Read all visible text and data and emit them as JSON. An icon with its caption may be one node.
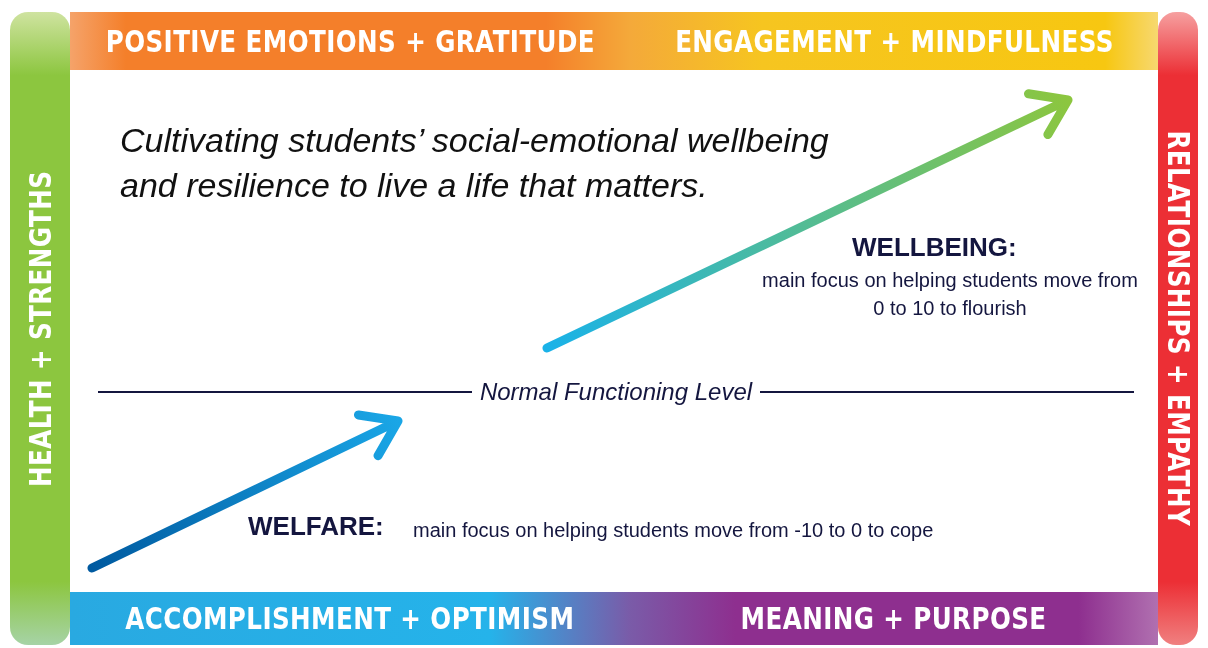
{
  "diagram": {
    "nodes": [
      {
        "text": [
          "POSITIVE EMOTIONS + GRATITUDE"
        ]
      },
      {
        "text": [
          "ENGAGEMENT + MINDFULNESS"
        ]
      },
      {
        "text": [
          "HEALTH + STRENGTHS"
        ]
      },
      {
        "text": [
          "RELATIONSHIPS + EMPATHY"
        ]
      },
      {
        "text": [
          "ACCOMPLISHMENT + OPTIMISM"
        ]
      },
      {
        "text": [
          "MEANING + PURPOSE"
        ]
      }
    ],
    "labels": [
      "Cultivating students’ social-emotional wellbeing and resilience to live a life that matters.",
      "WELLBEING:",
      "main focus on helping students move from 0 to 10 to flourish",
      "Normal Functioning Level",
      "WELFARE:",
      "main focus on helping students move from -10 to 0 to cope"
    ]
  }
}
